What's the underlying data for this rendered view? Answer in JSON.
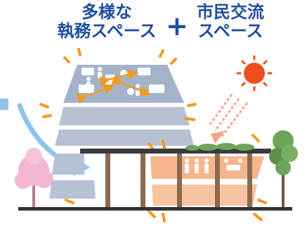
{
  "labels": {
    "left_line1": "多様な",
    "left_line2": "執務スペース",
    "plus": "+",
    "right_line1": "市民交流",
    "right_line2": "スペース"
  },
  "colors": {
    "text": "#1f4e9e",
    "floor_plate": "#a4b3c9",
    "accent_orange": "#f39a1e",
    "sun": "#f04e1e",
    "wood_column": "#8b6a4e",
    "civic_floor": "#f5a878",
    "ground": "#333333",
    "roof": "#3a3a3a",
    "tree_pink": "#f2b6d0",
    "tree_green": "#6fa35a",
    "wind_arrow": "#8fc3ea"
  },
  "icons": [
    "sun-icon",
    "wind-arrow-icon",
    "light-arrow-icon",
    "people-icon",
    "tree-icon"
  ]
}
